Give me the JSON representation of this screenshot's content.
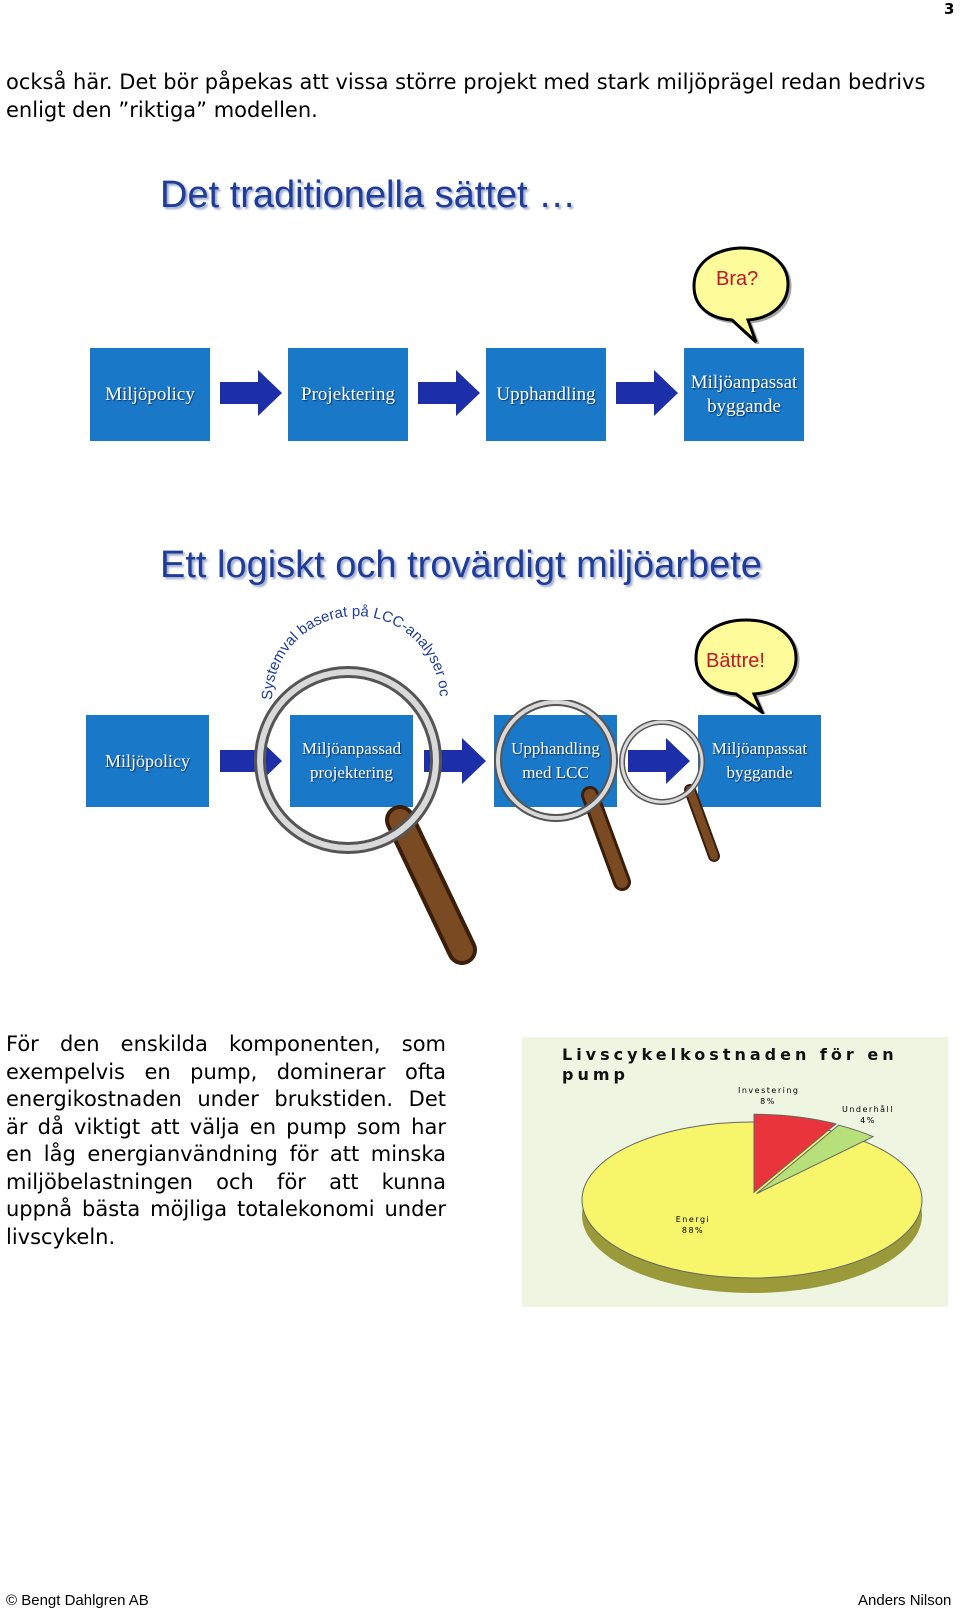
{
  "page_number": "3",
  "intro_text": "också här. Det bör påpekas att vissa större projekt med stark miljöprägel redan bedrivs enligt den ”riktiga” modellen.",
  "section1": {
    "heading": "Det traditionella sättet …",
    "bubble": "Bra?",
    "boxes": [
      "Miljöpolicy",
      "Projektering",
      "Upphandling",
      "Miljöanpassat byggande"
    ]
  },
  "section2": {
    "heading": "Ett logiskt och trovärdigt miljöarbete",
    "arc_text": "Systemval baserat på LCC-analyser och LCA",
    "bubble": "Bättre!",
    "boxes": [
      "Miljöpolicy",
      "Miljöanpassad projektering",
      "Upphandling med LCC",
      "Miljöanpassat byggande"
    ]
  },
  "body_text": "För den enskilda komponenten, som exempelvis en pump, dominerar ofta energikostnaden under brukstiden. Det är då viktigt att välja en pump som har en låg energianvändning för att minska miljöbelastningen och för att kunna uppnå bästa möjliga totalekonomi under livscykeln.",
  "chart_data": {
    "type": "pie",
    "title": "Livscykelkostnaden för en pump",
    "slices": [
      {
        "name": "Energi",
        "value": 88,
        "label": "Energi 88%",
        "color": "#f7f56a"
      },
      {
        "name": "Investering",
        "value": 8,
        "label": "Investering 8%",
        "color": "#e8343a"
      },
      {
        "name": "Underhåll",
        "value": 4,
        "label": "Underhåll 4%",
        "color": "#b8e07a"
      }
    ],
    "labels": {
      "energi": "Energi",
      "energi_pct": "88%",
      "invest": "Investering",
      "invest_pct": "8%",
      "underhall": "Underhåll",
      "underhall_pct": "4%"
    },
    "background": "#eef5e1"
  },
  "footer": {
    "left": "© Bengt Dahlgren AB",
    "right": "Anders Nilson"
  },
  "colors": {
    "box": "#1a78c8",
    "arrow": "#1d2fa8",
    "heading": "#1f3c9a",
    "bubble_fill": "#fdfb9a",
    "bubble_text": "#c4162a"
  }
}
